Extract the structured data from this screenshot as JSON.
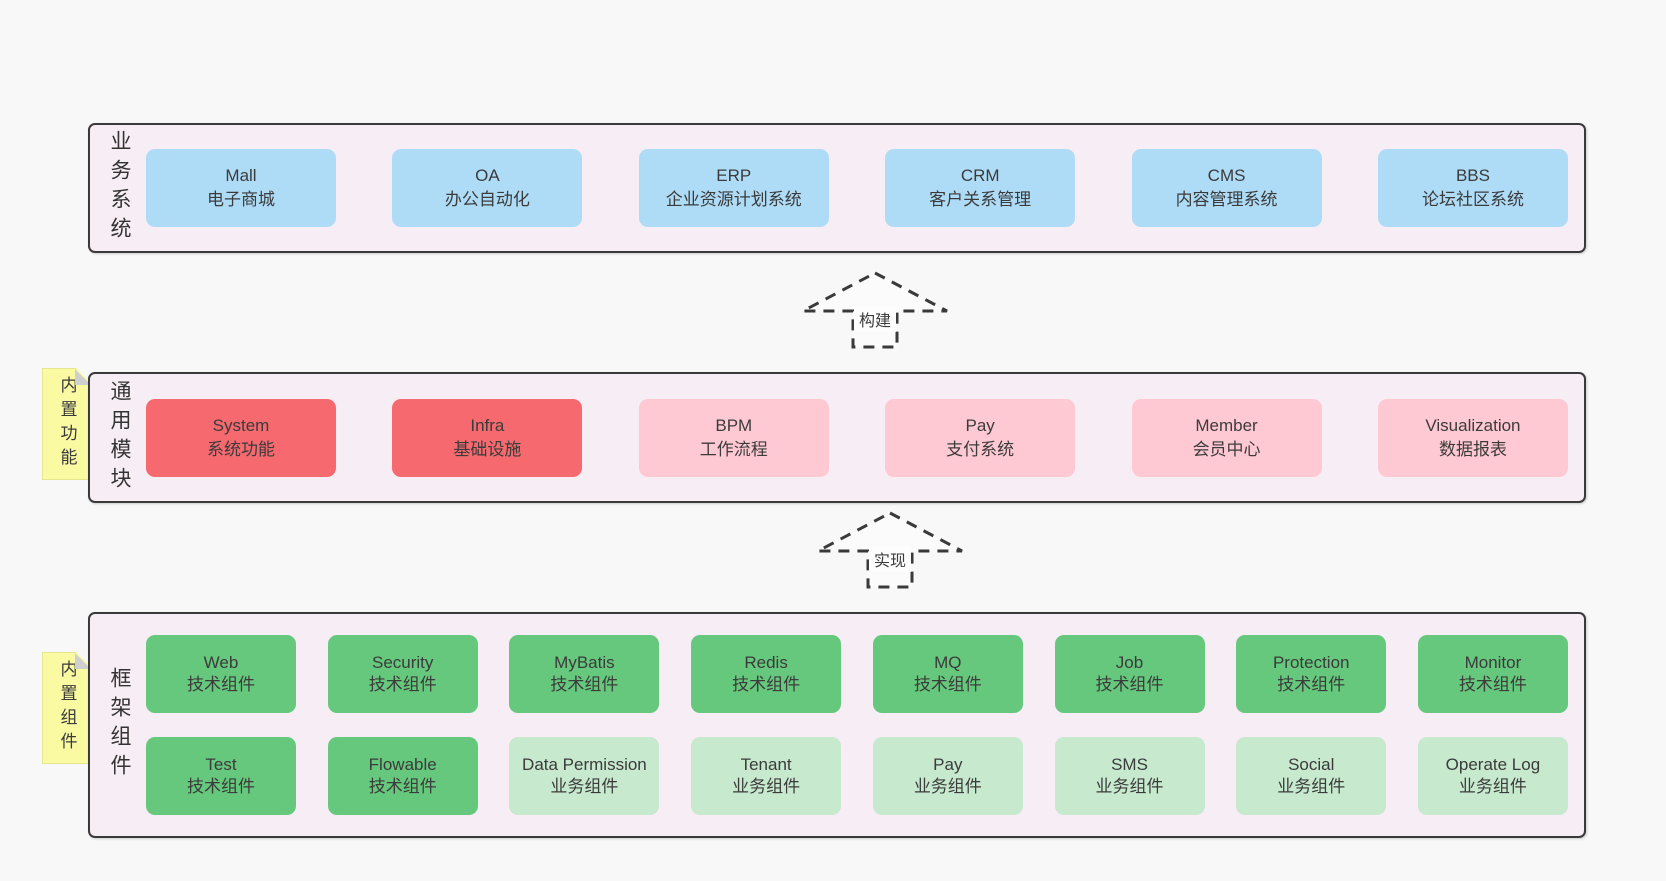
{
  "page": {
    "background": "#f8f8f8"
  },
  "colors": {
    "layer_bg": "#f7edf5",
    "layer_border": "#3a3a3a",
    "blue": "#aedcf7",
    "red": "#f5696f",
    "pink": "#ffc9d3",
    "green": "#66c87d",
    "green_light": "#c7e9ce",
    "tag_yellow": "#fafaa3"
  },
  "arrows": [
    {
      "label": "构建"
    },
    {
      "label": "实现"
    }
  ],
  "layers": [
    {
      "name": "business-systems",
      "side_label": "业务系统",
      "tag": null,
      "rows": [
        [
          {
            "title": "Mall",
            "subtitle": "电子商城",
            "variant": "blue"
          },
          {
            "title": "OA",
            "subtitle": "办公自动化",
            "variant": "blue"
          },
          {
            "title": "ERP",
            "subtitle": "企业资源计划系统",
            "variant": "blue"
          },
          {
            "title": "CRM",
            "subtitle": "客户关系管理",
            "variant": "blue"
          },
          {
            "title": "CMS",
            "subtitle": "内容管理系统",
            "variant": "blue"
          },
          {
            "title": "BBS",
            "subtitle": "论坛社区系统",
            "variant": "blue"
          }
        ]
      ]
    },
    {
      "name": "common-modules",
      "side_label": "通用模块",
      "tag": "内置功能",
      "rows": [
        [
          {
            "title": "System",
            "subtitle": "系统功能",
            "variant": "red"
          },
          {
            "title": "Infra",
            "subtitle": "基础设施",
            "variant": "red"
          },
          {
            "title": "BPM",
            "subtitle": "工作流程",
            "variant": "pink"
          },
          {
            "title": "Pay",
            "subtitle": "支付系统",
            "variant": "pink"
          },
          {
            "title": "Member",
            "subtitle": "会员中心",
            "variant": "pink"
          },
          {
            "title": "Visualization",
            "subtitle": "数据报表",
            "variant": "pink"
          }
        ]
      ]
    },
    {
      "name": "framework-components",
      "side_label": "框架组件",
      "tag": "内置组件",
      "rows": [
        [
          {
            "title": "Web",
            "subtitle": "技术组件",
            "variant": "green"
          },
          {
            "title": "Security",
            "subtitle": "技术组件",
            "variant": "green"
          },
          {
            "title": "MyBatis",
            "subtitle": "技术组件",
            "variant": "green"
          },
          {
            "title": "Redis",
            "subtitle": "技术组件",
            "variant": "green"
          },
          {
            "title": "MQ",
            "subtitle": "技术组件",
            "variant": "green"
          },
          {
            "title": "Job",
            "subtitle": "技术组件",
            "variant": "green"
          },
          {
            "title": "Protection",
            "subtitle": "技术组件",
            "variant": "green"
          },
          {
            "title": "Monitor",
            "subtitle": "技术组件",
            "variant": "green"
          }
        ],
        [
          {
            "title": "Test",
            "subtitle": "技术组件",
            "variant": "green"
          },
          {
            "title": "Flowable",
            "subtitle": "技术组件",
            "variant": "green"
          },
          {
            "title": "Data Permission",
            "subtitle": "业务组件",
            "variant": "green-light"
          },
          {
            "title": "Tenant",
            "subtitle": "业务组件",
            "variant": "green-light"
          },
          {
            "title": "Pay",
            "subtitle": "业务组件",
            "variant": "green-light"
          },
          {
            "title": "SMS",
            "subtitle": "业务组件",
            "variant": "green-light"
          },
          {
            "title": "Social",
            "subtitle": "业务组件",
            "variant": "green-light"
          },
          {
            "title": "Operate Log",
            "subtitle": "业务组件",
            "variant": "green-light"
          }
        ]
      ]
    }
  ]
}
